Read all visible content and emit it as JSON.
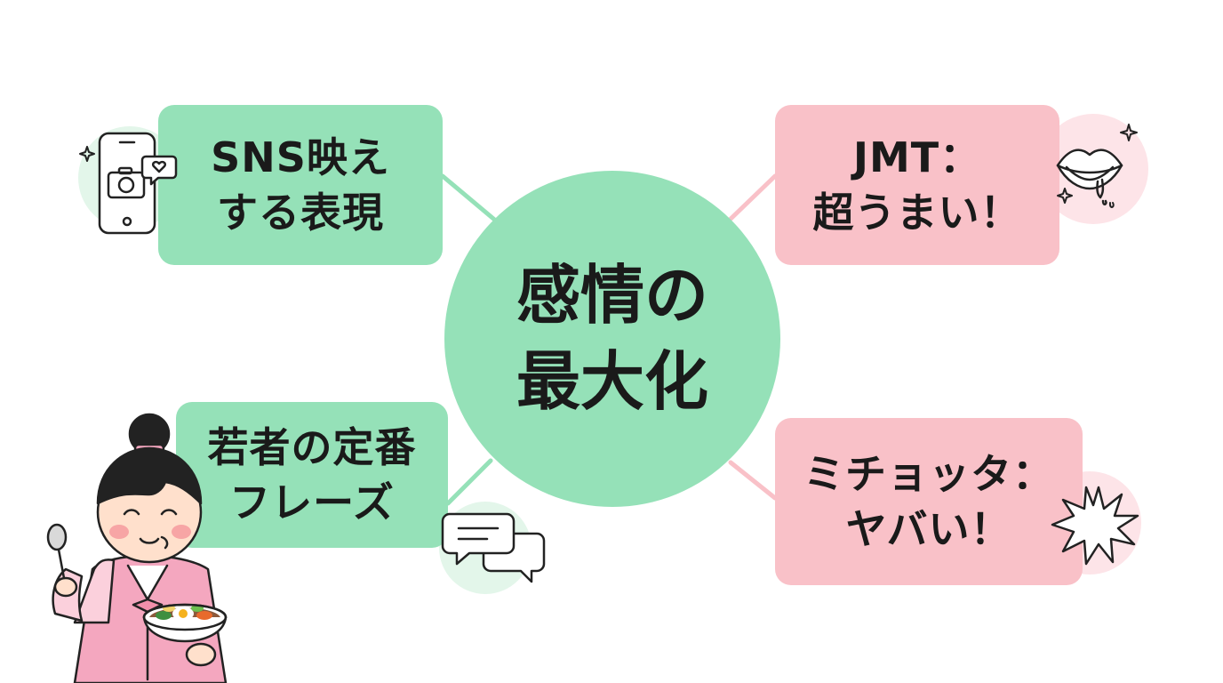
{
  "center": {
    "line1": "感情の",
    "line2": "最大化"
  },
  "branches": {
    "top_left": {
      "line1": "SNS映え",
      "line2": "する表現"
    },
    "bottom_left": {
      "line1": "若者の定番",
      "line2": "フレーズ"
    },
    "top_right": {
      "line1": "JMT：",
      "line2": "超うまい！"
    },
    "bottom_right": {
      "line1": "ミチョッタ：",
      "line2": "ヤバい！"
    }
  },
  "colors": {
    "green": "#95e1b8",
    "green_light": "#e3f6ea",
    "pink": "#f9c1c8",
    "pink_light": "#fde4e8",
    "hanbok_pink": "#f4a7bf",
    "outline": "#222222"
  },
  "icons": {
    "top_left": "smartphone-camera-heart-icon",
    "bottom_left": "chat-bubbles-icon",
    "top_right": "lips-drool-icon",
    "bottom_right": "starburst-icon",
    "character": "girl-in-hanbok-eating-bibimbap-illustration"
  }
}
